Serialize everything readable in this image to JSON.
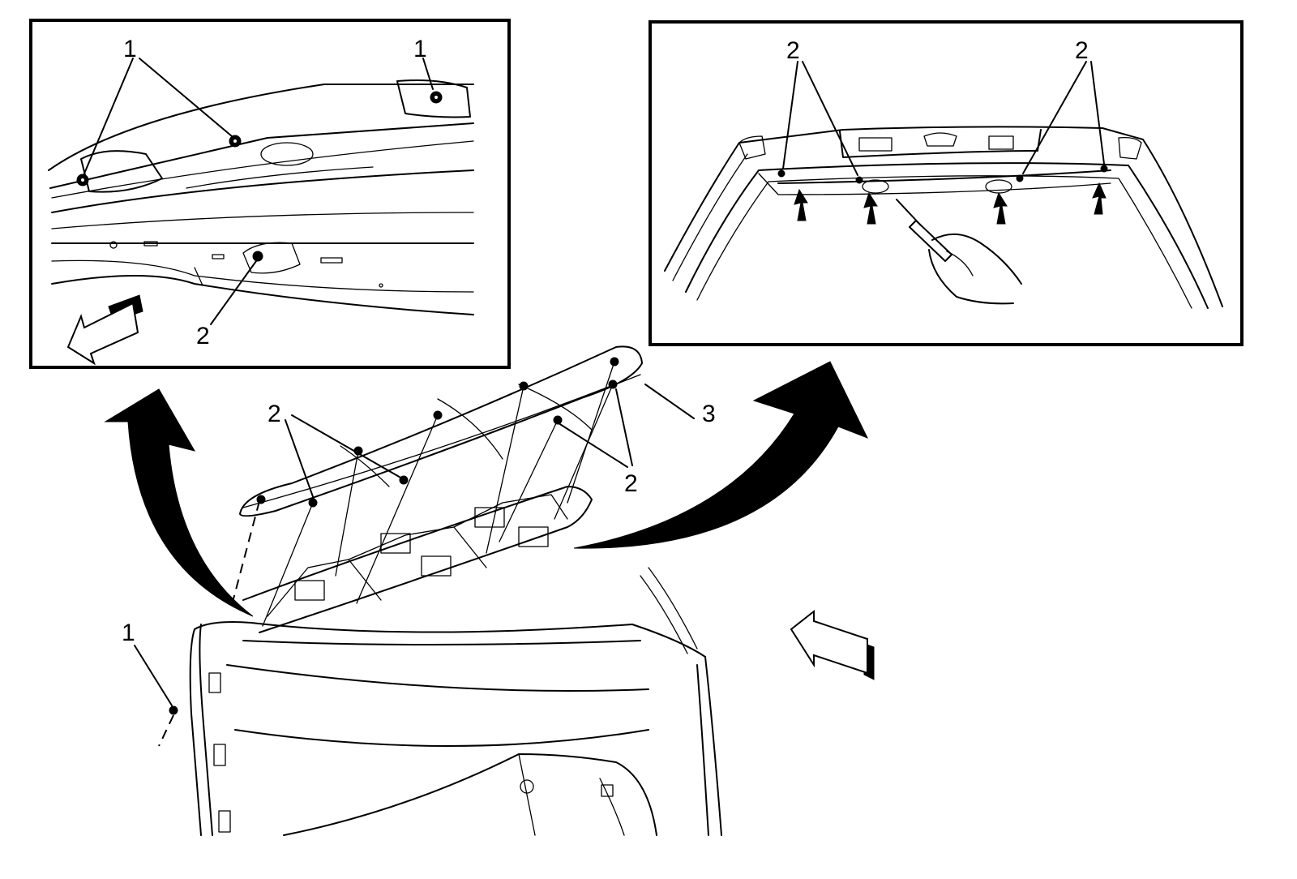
{
  "callouts": {
    "inset_left_1a": "1",
    "inset_left_1b": "1",
    "inset_left_2": "2",
    "inset_right_2a": "2",
    "inset_right_2b": "2",
    "main_2a": "2",
    "main_2b": "2",
    "main_3": "3",
    "main_1": "1"
  }
}
